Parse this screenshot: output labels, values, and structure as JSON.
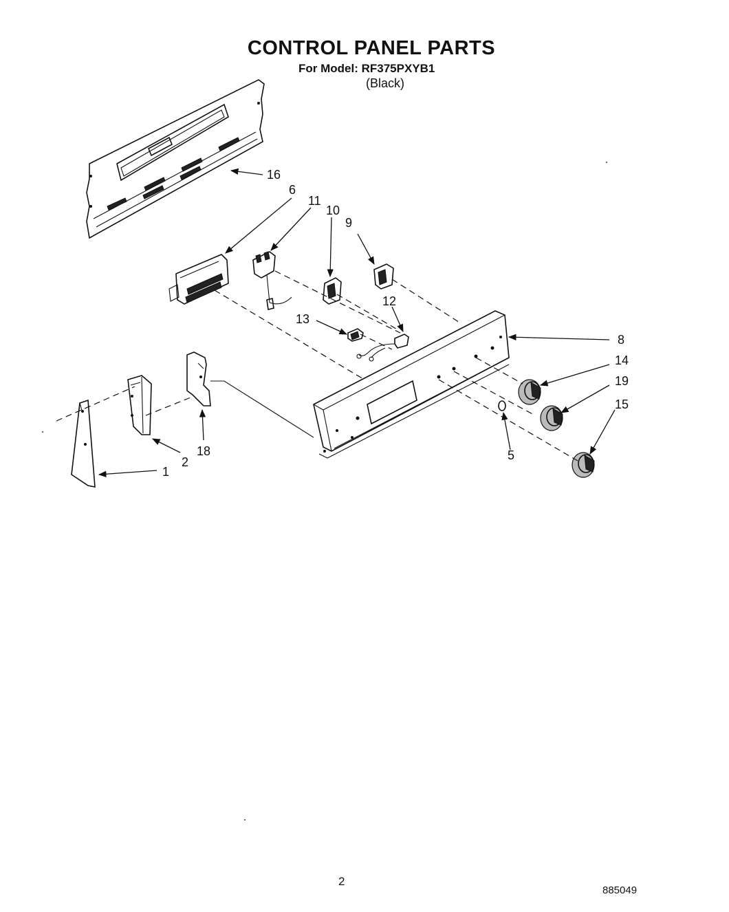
{
  "header": {
    "title": "CONTROL PANEL PARTS",
    "model_line": "For Model: RF375PXYB1",
    "variant": "(Black)"
  },
  "callouts": {
    "c1": "1",
    "c2": "2",
    "c5": "5",
    "c6": "6",
    "c8": "8",
    "c9": "9",
    "c10": "10",
    "c11": "11",
    "c12": "12",
    "c13": "13",
    "c14": "14",
    "c15": "15",
    "c16": "16",
    "c18": "18",
    "c19": "19"
  },
  "footer": {
    "page_number": "2",
    "document_number": "885049"
  }
}
